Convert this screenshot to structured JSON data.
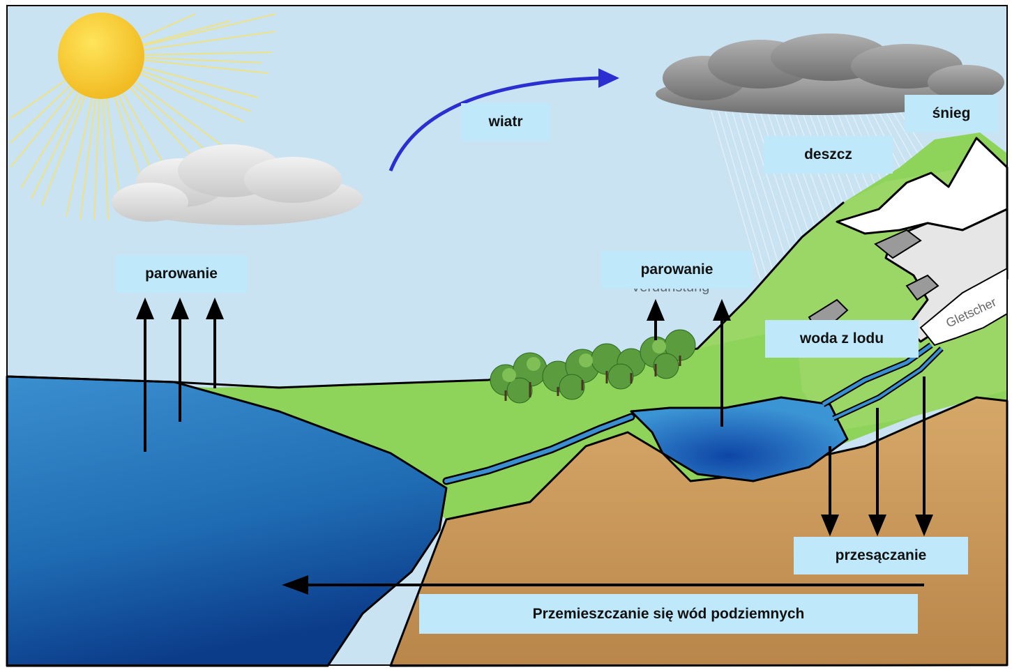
{
  "labels": {
    "evaporation_left": "parowanie",
    "wind": "wiatr",
    "rain": "deszcz",
    "snow": "śnieg",
    "evaporation_right": "parowanie",
    "glacier_melt": "woda z lodu",
    "infiltration": "przesączanie",
    "groundwater_flow": "Przemieszczanie się wód podziemnych",
    "glacier_tag": "Gletscher",
    "hidden_word": "Verdunstung"
  },
  "colors": {
    "sky": "#c9e3f3",
    "sea": "#2f86c9",
    "sea_deep": "#0e3f8c",
    "grass": "#8ed35a",
    "soil": "#c9955a",
    "sun": "#f5d12a",
    "wind_arrow": "#2b2fcf",
    "label_bg": "#bfe9fb"
  },
  "icons": {
    "sun": "sun-icon",
    "cloud": "cloud-icon",
    "tree": "tree-icon",
    "arrow": "arrow-icon"
  }
}
